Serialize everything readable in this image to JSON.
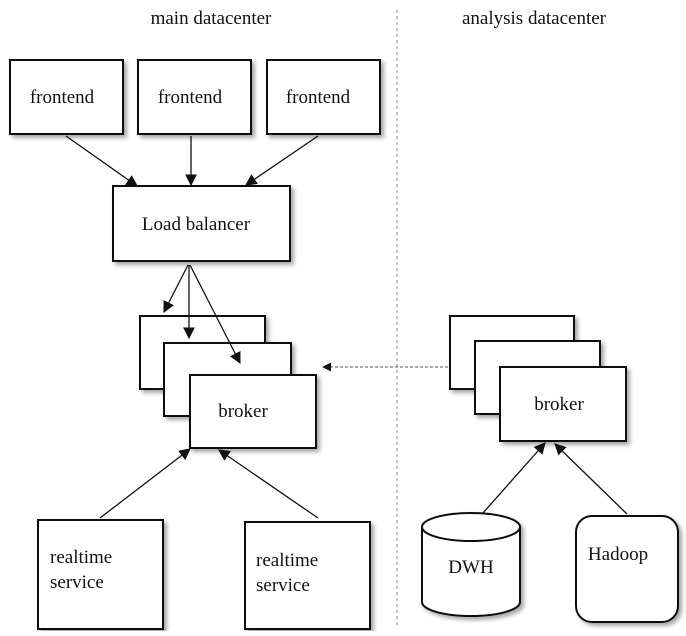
{
  "regions": {
    "main": "main datacenter",
    "analysis": "analysis datacenter"
  },
  "nodes": {
    "frontend_1": "frontend",
    "frontend_2": "frontend",
    "frontend_3": "frontend",
    "load_balancer": "Load balancer",
    "main_broker": "broker",
    "realtime_1": [
      "realtime",
      "service"
    ],
    "realtime_2": [
      "realtime",
      "service"
    ],
    "analysis_broker": "broker",
    "dwh": "DWH",
    "hadoop": "Hadoop"
  },
  "colors": {
    "stroke": "#111111",
    "divider": "#888888",
    "fill": "#ffffff"
  }
}
